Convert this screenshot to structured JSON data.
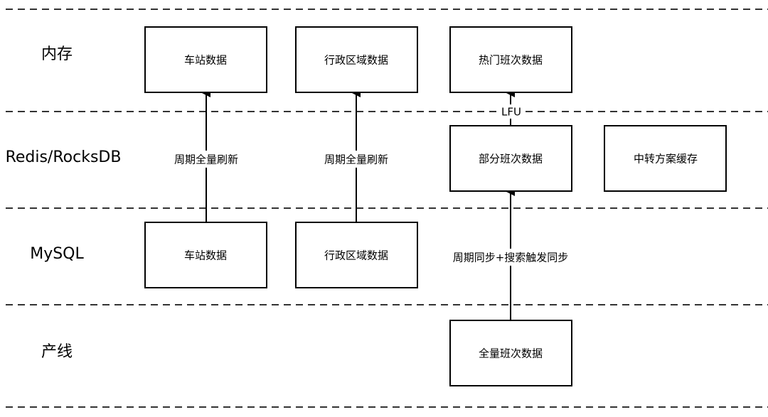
{
  "layers": [
    {
      "label": "内存"
    },
    {
      "label": "Redis/RocksDB"
    },
    {
      "label": "MySQL"
    },
    {
      "label": "产线"
    }
  ],
  "boxes": {
    "memory_station": "车站数据",
    "memory_admin": "行政区域数据",
    "memory_hot": "热门班次数据",
    "redis_partial": "部分班次数据",
    "redis_transfer": "中转方案缓存",
    "mysql_station": "车站数据",
    "mysql_admin": "行政区域数据",
    "prod_full": "全量班次数据"
  },
  "edges": {
    "refresh_station": "周期全量刷新",
    "refresh_admin": "周期全量刷新",
    "lfu": "LFU",
    "sync": "周期同步+搜索触发同步"
  }
}
